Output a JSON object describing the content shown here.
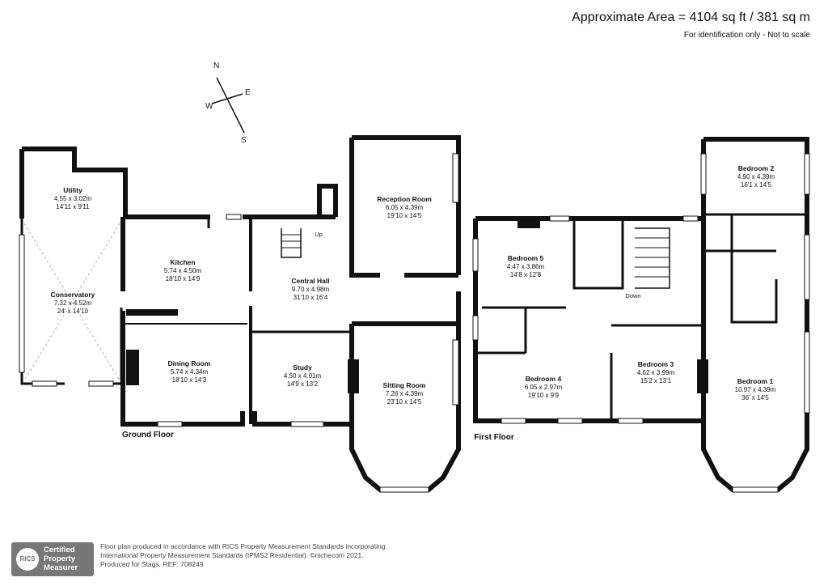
{
  "header": {
    "area": "Approximate Area = 4104 sq ft / 381 sq m",
    "disclaimer": "For identification only - Not to scale"
  },
  "compass": {
    "n": "N",
    "e": "E",
    "s": "S",
    "w": "W"
  },
  "ground_floor": {
    "label": "Ground Floor",
    "up": "Up",
    "rooms": {
      "utility": {
        "name": "Utility",
        "metric": "4.55 x 3.02m",
        "imperial": "14'11 x 9'11"
      },
      "conservatory": {
        "name": "Conservatory",
        "metric": "7.32 x 4.52m",
        "imperial": "24' x 14'10"
      },
      "kitchen": {
        "name": "Kitchen",
        "metric": "5.74 x 4.50m",
        "imperial": "18'10 x 14'9"
      },
      "dining": {
        "name": "Dining Room",
        "metric": "5.74 x 4.34m",
        "imperial": "18'10 x 14'3"
      },
      "central_hall": {
        "name": "Central Hall",
        "metric": "9.70 x 4.98m",
        "imperial": "31'10 x 16'4"
      },
      "reception": {
        "name": "Reception Room",
        "metric": "6.05 x 4.39m",
        "imperial": "19'10 x 14'5"
      },
      "study": {
        "name": "Study",
        "metric": "4.50 x 4.01m",
        "imperial": "14'9 x 13'2"
      },
      "sitting": {
        "name": "Sitting Room",
        "metric": "7.26 x 4.39m",
        "imperial": "23'10 x 14'5"
      }
    }
  },
  "first_floor": {
    "label": "First Floor",
    "down": "Down",
    "rooms": {
      "bedroom5": {
        "name": "Bedroom 5",
        "metric": "4.47 x 3.86m",
        "imperial": "14'8 x 12'8"
      },
      "bedroom2": {
        "name": "Bedroom 2",
        "metric": "4.90 x 4.39m",
        "imperial": "16'1 x 14'5"
      },
      "bedroom4": {
        "name": "Bedroom 4",
        "metric": "6.05 x 2.97m",
        "imperial": "19'10 x 9'9"
      },
      "bedroom3": {
        "name": "Bedroom 3",
        "metric": "4.62 x 3.99m",
        "imperial": "15'2 x 13'1"
      },
      "bedroom1": {
        "name": "Bedroom 1",
        "metric": "10.97 x 4.39m",
        "imperial": "36' x 14'5"
      }
    }
  },
  "footer": {
    "badge_line1": "Certified",
    "badge_line2": "Property",
    "badge_line3": "Measurer",
    "badge_logo": "RICS",
    "line1": "Floor plan produced in accordance with RICS Property Measurement Standards incorporating",
    "line2": "International Property Measurement Standards (IPMS2 Residential).  ©nichecom 2021.",
    "line3": "Produced for Stags.   REF: 708249"
  },
  "colors": {
    "wall": "#111111",
    "window": "#ffffff",
    "badge": "#777777"
  }
}
